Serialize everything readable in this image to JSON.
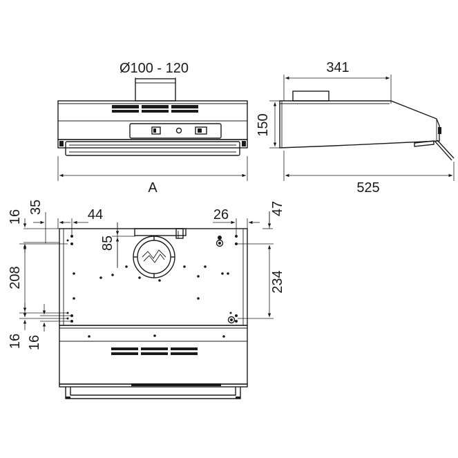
{
  "dimensions": {
    "duct_diameter": "Ø100 - 120",
    "width": "A",
    "side_top_length": "341",
    "height": "150",
    "depth": "525",
    "left_top_offset": "16",
    "left_inner_offset": "35",
    "left_edge_to_hole": "44",
    "hole_top_offset": "85",
    "right_edge_to_hole": "26",
    "right_top_offset": "47",
    "left_hole_spacing": "208",
    "right_hole_spacing": "234",
    "left_bottom_offset": "16",
    "left_bottom_inner_offset": "16"
  }
}
